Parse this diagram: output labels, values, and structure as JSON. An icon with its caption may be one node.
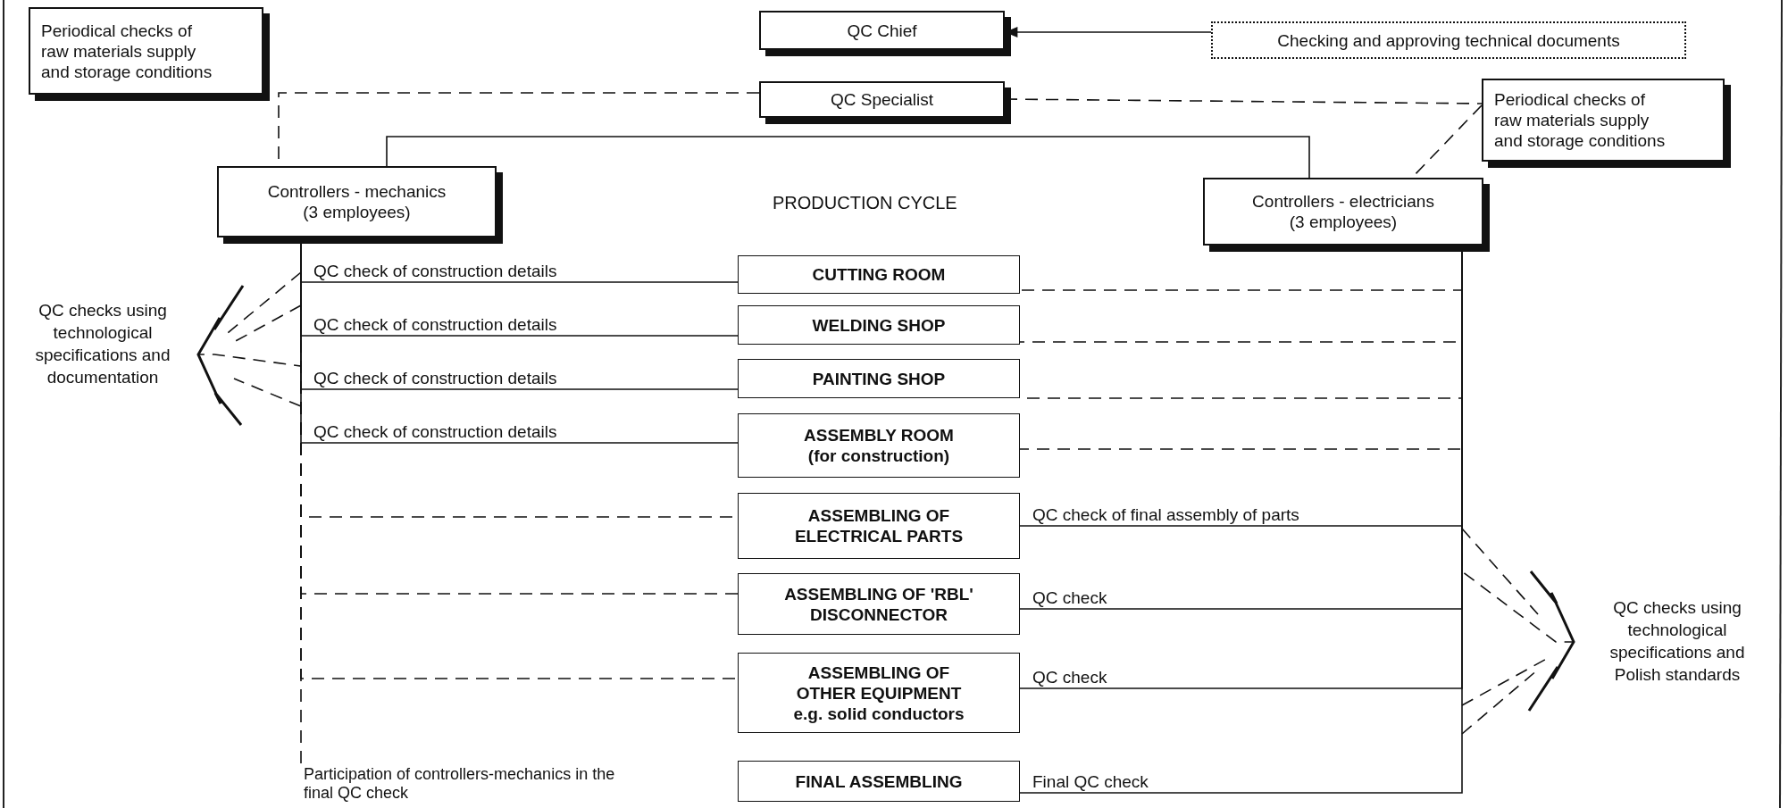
{
  "diagram": {
    "nodes": [
      {
        "text": [
          "Periodical checks of raw materials supply and storage conditions"
        ]
      },
      {
        "text": [
          "QC Chief"
        ]
      },
      {
        "text": [
          "Checking and approving technical documents"
        ]
      },
      {
        "text": [
          "QC Specialist"
        ]
      },
      {
        "text": [
          "Periodical checks of raw materials supply and storage conditions"
        ]
      },
      {
        "text": [
          "Controllers - mechanics (3 employees)"
        ]
      },
      {
        "text": [
          "Controllers - electricians (3 employees)"
        ]
      },
      {
        "text": [
          "CUTTING ROOM"
        ]
      },
      {
        "text": [
          "WELDING SHOP"
        ]
      },
      {
        "text": [
          "PAINTING SHOP"
        ]
      },
      {
        "text": [
          "ASSEMBLY ROOM (for construction)"
        ]
      },
      {
        "text": [
          "ASSEMBLING OF ELECTRICAL PARTS"
        ]
      },
      {
        "text": [
          "ASSEMBLING OF 'RBL' DISCONNECTOR"
        ]
      },
      {
        "text": [
          "ASSEMBLING OF OTHER EQUIPMENT e.g. solid conductors"
        ]
      },
      {
        "text": [
          "FINAL ASSEMBLING"
        ]
      },
      {
        "text": [
          "QC checks using technological specifications and documentation"
        ]
      },
      {
        "text": [
          "QC checks using technological specifications and Polish standards"
        ]
      },
      {
        "text": [
          "Participation of controllers-mechanics in the final QC check"
        ]
      }
    ],
    "edges": [
      {
        "from": 2,
        "to": 1,
        "arrow": "to"
      },
      {
        "from": 3,
        "to": 5,
        "arrow": "none",
        "style": "dashed"
      },
      {
        "from": 3,
        "to": 4,
        "arrow": "none",
        "style": "dashed"
      },
      {
        "from": 4,
        "to": 6,
        "arrow": "none",
        "style": "dashed"
      },
      {
        "from": 5,
        "to": 6,
        "arrow": "none"
      },
      {
        "from": 5,
        "to": 7,
        "arrow": "none",
        "label": "QC check of construction details"
      },
      {
        "from": 5,
        "to": 8,
        "arrow": "none",
        "label": "QC check of construction details"
      },
      {
        "from": 5,
        "to": 9,
        "arrow": "none",
        "label": "QC check of construction details"
      },
      {
        "from": 5,
        "to": 10,
        "arrow": "none",
        "label": "QC check of construction details"
      },
      {
        "from": 5,
        "to": 11,
        "arrow": "none",
        "style": "dashed"
      },
      {
        "from": 5,
        "to": 12,
        "arrow": "none",
        "style": "dashed"
      },
      {
        "from": 5,
        "to": 13,
        "arrow": "none",
        "style": "dashed"
      },
      {
        "from": 5,
        "to": 17,
        "arrow": "none",
        "style": "dashed"
      },
      {
        "from": 6,
        "to": 7,
        "arrow": "none",
        "style": "dashed"
      },
      {
        "from": 6,
        "to": 8,
        "arrow": "none",
        "style": "dashed"
      },
      {
        "from": 6,
        "to": 9,
        "arrow": "none",
        "style": "dashed"
      },
      {
        "from": 6,
        "to": 10,
        "arrow": "none",
        "style": "dashed"
      },
      {
        "from": 6,
        "to": 11,
        "arrow": "none",
        "label": "QC check of final assembly of parts"
      },
      {
        "from": 6,
        "to": 12,
        "arrow": "none",
        "label": "QC check"
      },
      {
        "from": 6,
        "to": 13,
        "arrow": "none",
        "label": "QC check"
      },
      {
        "from": 6,
        "to": 14,
        "arrow": "none",
        "label": "Final QC check"
      },
      {
        "from": 5,
        "to": 15,
        "arrow": "to",
        "style": "dashed"
      },
      {
        "from": 6,
        "to": 16,
        "arrow": "to",
        "style": "dashed"
      }
    ],
    "labels": [
      "PRODUCTION CYCLE"
    ]
  }
}
